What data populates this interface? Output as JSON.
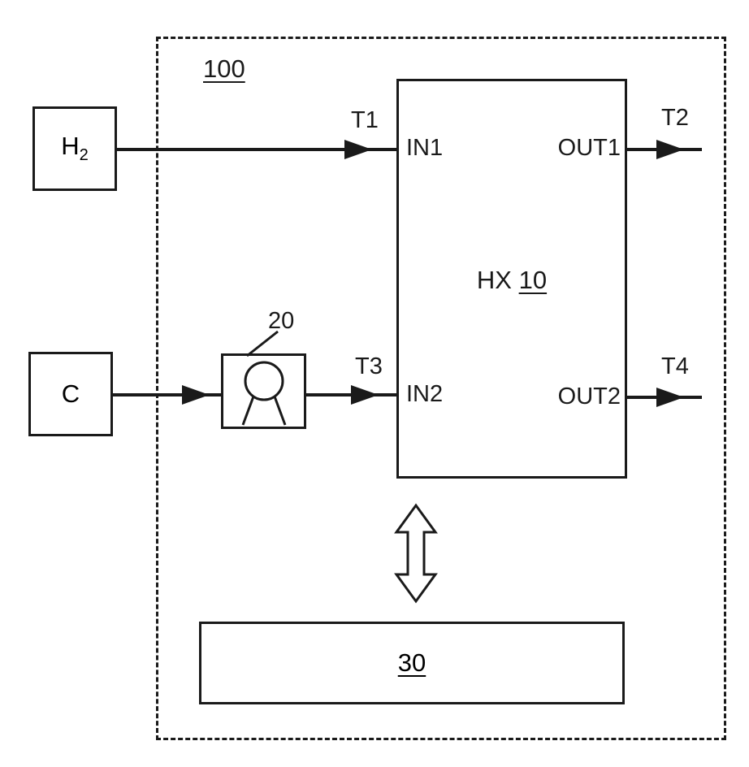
{
  "diagram": {
    "enclosure_label": "100",
    "heat_exchanger": {
      "name": "HX",
      "ref": "10",
      "ports": {
        "in1": "IN1",
        "out1": "OUT1",
        "in2": "IN2",
        "out2": "OUT2"
      }
    },
    "h2_source": {
      "base": "H",
      "sub": "2"
    },
    "c_source": {
      "label": "C"
    },
    "pump_ref": "20",
    "controller_ref": "30",
    "temperature_labels": {
      "t1": "T1",
      "t2": "T2",
      "t3": "T3",
      "t4": "T4"
    }
  }
}
